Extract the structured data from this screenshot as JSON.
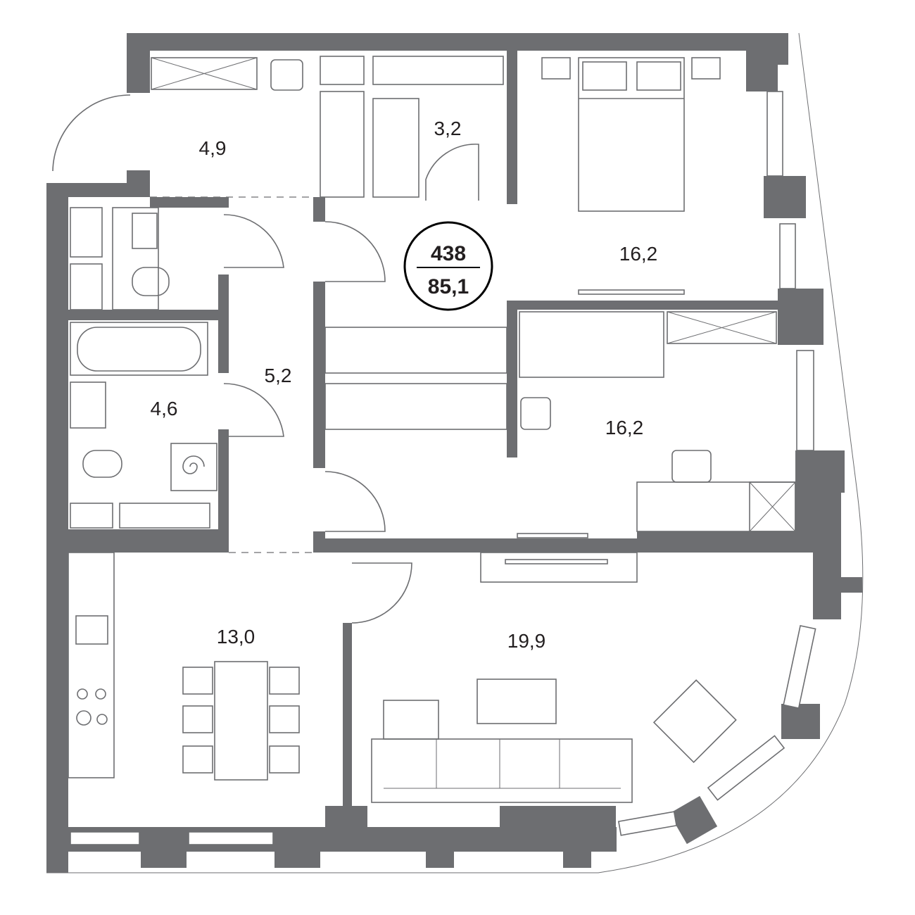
{
  "plan": {
    "apartment_number": "438",
    "total_area": "85,1",
    "wall_color": "#6d6e71",
    "rooms": [
      {
        "name": "hallway-entrance",
        "area": "4,9"
      },
      {
        "name": "walk-in-closet",
        "area": "3,2"
      },
      {
        "name": "bedroom",
        "area": "16,2"
      },
      {
        "name": "corridor",
        "area": "5,2"
      },
      {
        "name": "bathroom",
        "area": "4,6"
      },
      {
        "name": "bedroom-2",
        "area": "16,2"
      },
      {
        "name": "kitchen-dining",
        "area": "13,0"
      },
      {
        "name": "living-room",
        "area": "19,9"
      }
    ]
  }
}
